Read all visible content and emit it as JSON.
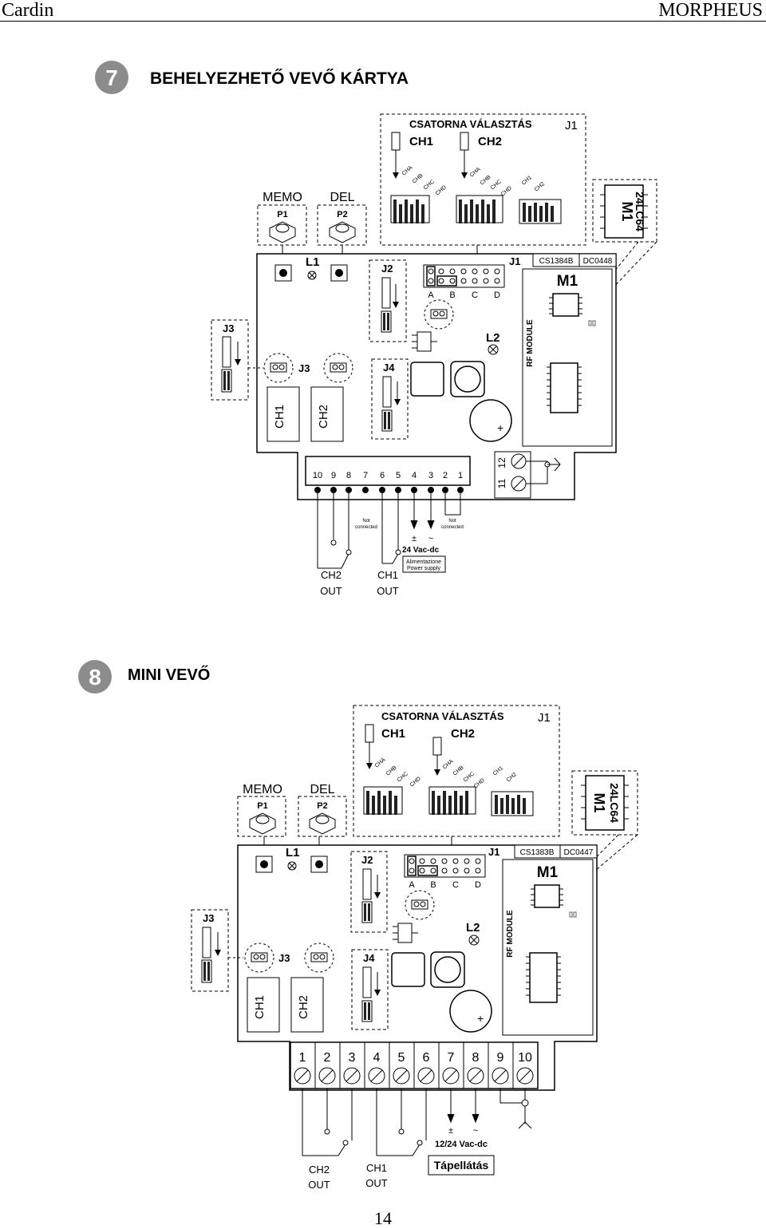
{
  "header": {
    "left": "Cardin",
    "right": "MORPHEUS"
  },
  "page_number": "14",
  "fig7": {
    "number": "7",
    "title": "BEHELYEZHETŐ VEVŐ KÁRTYA",
    "channel_select": "CSATORNA VÁLASZTÁS",
    "j1": "J1",
    "ch1": "CH1",
    "ch2": "CH2",
    "memo": "MEMO",
    "del": "DEL",
    "p1": "P1",
    "p2": "P2",
    "l1": "L1",
    "l2": "L2",
    "j2": "J2",
    "j3": "J3",
    "j4": "J4",
    "m1": "M1",
    "chip": "24LC64",
    "rf_module": "RF MODULE",
    "part_code": "CS1384B",
    "dc_code": "DC0448",
    "abcd": [
      "A",
      "B",
      "C",
      "D"
    ],
    "jumper_tags": [
      "CHA",
      "CHB",
      "CHC",
      "CHD"
    ],
    "jumper_tags_ch": [
      "CH1",
      "CH2"
    ],
    "terminals": [
      "10",
      "9",
      "8",
      "7",
      "6",
      "5",
      "4",
      "3",
      "2",
      "1"
    ],
    "antenna_terminals": [
      "12",
      "11"
    ],
    "not_connected_1": "Not",
    "not_connected_2": "connected",
    "supply": "24 Vac-dc",
    "supply_it": "Alimentazione",
    "supply_en": "Power supply",
    "out2": "CH2",
    "out1": "CH1",
    "out": "OUT",
    "plus_minus": "±",
    "tilde": "~",
    "plus": "+"
  },
  "fig8": {
    "number": "8",
    "title": "MINI VEVŐ",
    "channel_select": "CSATORNA VÁLASZTÁS",
    "j1": "J1",
    "ch1": "CH1",
    "ch2": "CH2",
    "memo": "MEMO",
    "del": "DEL",
    "p1": "P1",
    "p2": "P2",
    "l1": "L1",
    "l2": "L2",
    "j2": "J2",
    "j3": "J3",
    "j4": "J4",
    "m1": "M1",
    "chip": "24LC64",
    "rf_module": "RF MODULE",
    "part_code": "CS1383B",
    "dc_code": "DC0447",
    "abcd": [
      "A",
      "B",
      "C",
      "D"
    ],
    "jumper_tags": [
      "CHA",
      "CHB",
      "CHC",
      "CHD"
    ],
    "jumper_tags_ch": [
      "CH1",
      "CH2"
    ],
    "terminals": [
      "1",
      "2",
      "3",
      "4",
      "5",
      "6",
      "7",
      "8",
      "9",
      "10"
    ],
    "supply": "12/24 Vac-dc",
    "supply_label": "Tápellátás",
    "out2": "CH2",
    "out1": "CH1",
    "out": "OUT",
    "plus_minus": "±",
    "tilde": "~",
    "plus": "+"
  },
  "colors": {
    "ink": "#000000",
    "badge": "#8c8c8c",
    "paper": "#ffffff",
    "pcb_fill": "#ffffff"
  }
}
